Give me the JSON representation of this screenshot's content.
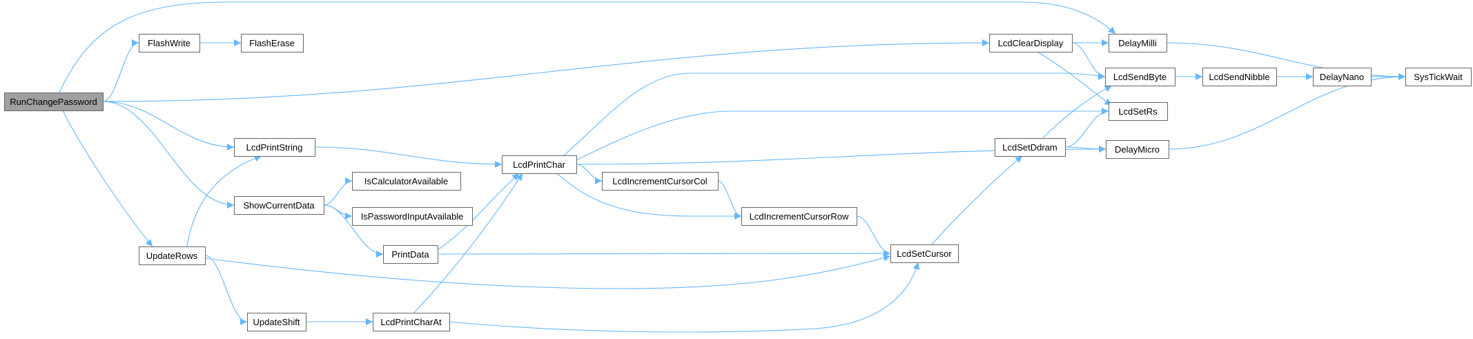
{
  "graph": {
    "colors": {
      "edge": "#63b8ff",
      "node_border": "#666666",
      "root_fill": "#a0a0a0",
      "node_fill": "#ffffff"
    },
    "nodes": [
      {
        "id": "RunChangePassword",
        "label": "RunChangePassword",
        "root": true
      },
      {
        "id": "FlashWrite",
        "label": "FlashWrite"
      },
      {
        "id": "FlashErase",
        "label": "FlashErase"
      },
      {
        "id": "LcdPrintString",
        "label": "LcdPrintString"
      },
      {
        "id": "ShowCurrentData",
        "label": "ShowCurrentData"
      },
      {
        "id": "UpdateRows",
        "label": "UpdateRows"
      },
      {
        "id": "IsCalculatorAvailable",
        "label": "IsCalculatorAvailable"
      },
      {
        "id": "IsPasswordInputAvailable",
        "label": "IsPasswordInputAvailable"
      },
      {
        "id": "PrintData",
        "label": "PrintData"
      },
      {
        "id": "UpdateShift",
        "label": "UpdateShift"
      },
      {
        "id": "LcdPrintCharAt",
        "label": "LcdPrintCharAt"
      },
      {
        "id": "LcdPrintChar",
        "label": "LcdPrintChar"
      },
      {
        "id": "LcdIncrementCursorCol",
        "label": "LcdIncrementCursorCol"
      },
      {
        "id": "LcdIncrementCursorRow",
        "label": "LcdIncrementCursorRow"
      },
      {
        "id": "LcdSetCursor",
        "label": "LcdSetCursor"
      },
      {
        "id": "LcdClearDisplay",
        "label": "LcdClearDisplay"
      },
      {
        "id": "LcdSetDdram",
        "label": "LcdSetDdram"
      },
      {
        "id": "DelayMilli",
        "label": "DelayMilli"
      },
      {
        "id": "LcdSendByte",
        "label": "LcdSendByte"
      },
      {
        "id": "LcdSetRs",
        "label": "LcdSetRs"
      },
      {
        "id": "DelayMicro",
        "label": "DelayMicro"
      },
      {
        "id": "LcdSendNibble",
        "label": "LcdSendNibble"
      },
      {
        "id": "DelayNano",
        "label": "DelayNano"
      },
      {
        "id": "SysTickWait",
        "label": "SysTickWait"
      }
    ],
    "edges": [
      {
        "from": "RunChangePassword",
        "to": "FlashWrite"
      },
      {
        "from": "RunChangePassword",
        "to": "DelayMilli"
      },
      {
        "from": "RunChangePassword",
        "to": "LcdClearDisplay"
      },
      {
        "from": "RunChangePassword",
        "to": "LcdPrintString"
      },
      {
        "from": "RunChangePassword",
        "to": "ShowCurrentData"
      },
      {
        "from": "RunChangePassword",
        "to": "UpdateRows"
      },
      {
        "from": "FlashWrite",
        "to": "FlashErase"
      },
      {
        "from": "LcdPrintString",
        "to": "LcdPrintChar"
      },
      {
        "from": "ShowCurrentData",
        "to": "IsCalculatorAvailable"
      },
      {
        "from": "ShowCurrentData",
        "to": "IsPasswordInputAvailable"
      },
      {
        "from": "ShowCurrentData",
        "to": "PrintData"
      },
      {
        "from": "UpdateRows",
        "to": "LcdPrintString"
      },
      {
        "from": "UpdateRows",
        "to": "LcdSetCursor"
      },
      {
        "from": "UpdateRows",
        "to": "UpdateShift"
      },
      {
        "from": "PrintData",
        "to": "LcdPrintChar"
      },
      {
        "from": "PrintData",
        "to": "LcdSetCursor"
      },
      {
        "from": "UpdateShift",
        "to": "LcdPrintCharAt"
      },
      {
        "from": "LcdPrintCharAt",
        "to": "LcdPrintChar"
      },
      {
        "from": "LcdPrintCharAt",
        "to": "LcdSetCursor"
      },
      {
        "from": "LcdPrintChar",
        "to": "LcdSendByte"
      },
      {
        "from": "LcdPrintChar",
        "to": "LcdSetRs"
      },
      {
        "from": "LcdPrintChar",
        "to": "DelayMicro"
      },
      {
        "from": "LcdPrintChar",
        "to": "LcdIncrementCursorCol"
      },
      {
        "from": "LcdPrintChar",
        "to": "LcdIncrementCursorRow"
      },
      {
        "from": "LcdIncrementCursorCol",
        "to": "LcdIncrementCursorRow"
      },
      {
        "from": "LcdIncrementCursorRow",
        "to": "LcdSetCursor"
      },
      {
        "from": "LcdSetCursor",
        "to": "LcdSetDdram"
      },
      {
        "from": "LcdClearDisplay",
        "to": "DelayMilli"
      },
      {
        "from": "LcdClearDisplay",
        "to": "LcdSendByte"
      },
      {
        "from": "LcdClearDisplay",
        "to": "LcdSetRs"
      },
      {
        "from": "LcdSetDdram",
        "to": "LcdSendByte"
      },
      {
        "from": "LcdSetDdram",
        "to": "LcdSetRs"
      },
      {
        "from": "LcdSetDdram",
        "to": "DelayMicro"
      },
      {
        "from": "DelayMilli",
        "to": "SysTickWait"
      },
      {
        "from": "LcdSendByte",
        "to": "LcdSendNibble"
      },
      {
        "from": "LcdSendNibble",
        "to": "DelayNano"
      },
      {
        "from": "DelayNano",
        "to": "SysTickWait"
      },
      {
        "from": "DelayMicro",
        "to": "SysTickWait"
      }
    ]
  }
}
